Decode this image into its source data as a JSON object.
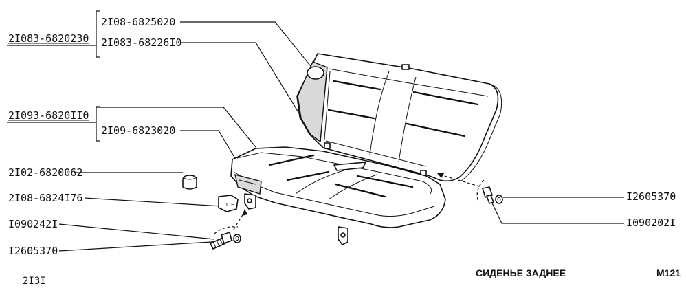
{
  "labels": {
    "assembly_top": "2I083-6820230",
    "backrest_trim": "2I08-6825020",
    "backrest_frame": "2I083-68226I0",
    "assembly_cushion": "2I093-6820II0",
    "cushion_frame": "2I09-6823020",
    "bumper": "2I02-6820062",
    "latch_cover": "2I08-6824I76",
    "bolt_left": "I090242I",
    "washer_left": "I2605370",
    "washer_right": "I2605370",
    "bolt_right": "I090202I"
  },
  "caption": "СИДЕНЬЕ ЗАДНЕЕ",
  "sheet_number": "М121",
  "model": "2I3I"
}
